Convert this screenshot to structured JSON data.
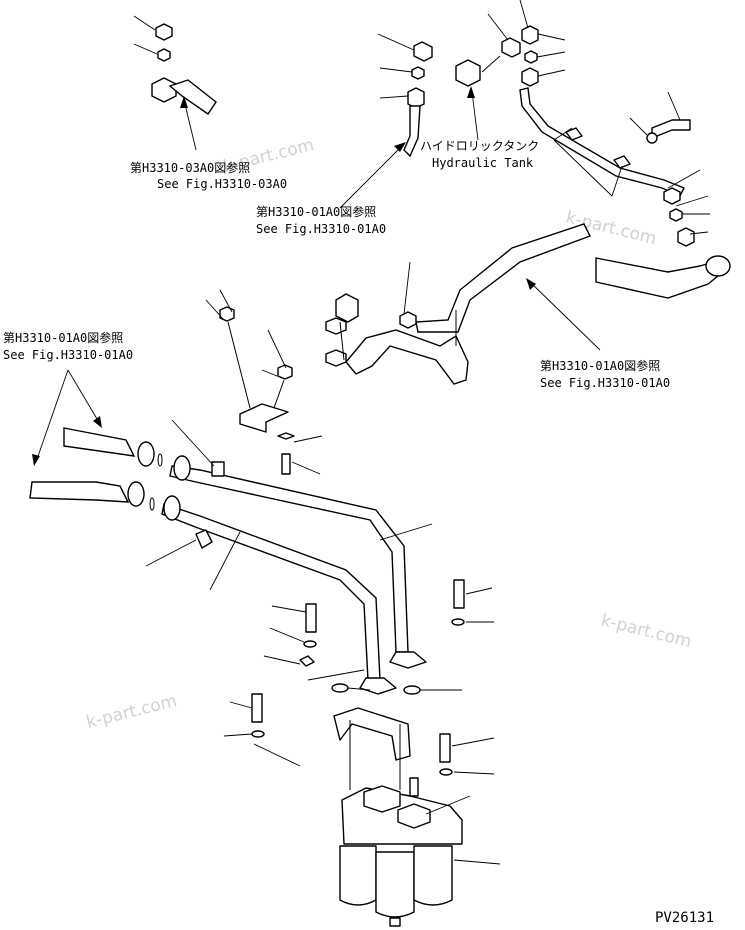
{
  "references": {
    "ref_03a0_jp": "第H3310-03A0図参照",
    "ref_03a0_en": "See Fig.H3310-03A0",
    "ref_01a0_mid_jp": "第H3310-01A0図参照",
    "ref_01a0_mid_en": "See Fig.H3310-01A0",
    "ref_01a0_left_jp": "第H3310-01A0図参照",
    "ref_01a0_left_en": "See Fig.H3310-01A0",
    "ref_01a0_right_jp": "第H3310-01A0図参照",
    "ref_01a0_right_en": "See Fig.H3310-01A0"
  },
  "hydraulic_tank": {
    "label_jp": "ハイドロリックタンク",
    "label_en": "Hydraulic Tank"
  },
  "watermarks": [
    "k-part.com",
    "k-part.com",
    "k-part.com",
    "k-part.com"
  ],
  "drawing_number": "PV26131"
}
